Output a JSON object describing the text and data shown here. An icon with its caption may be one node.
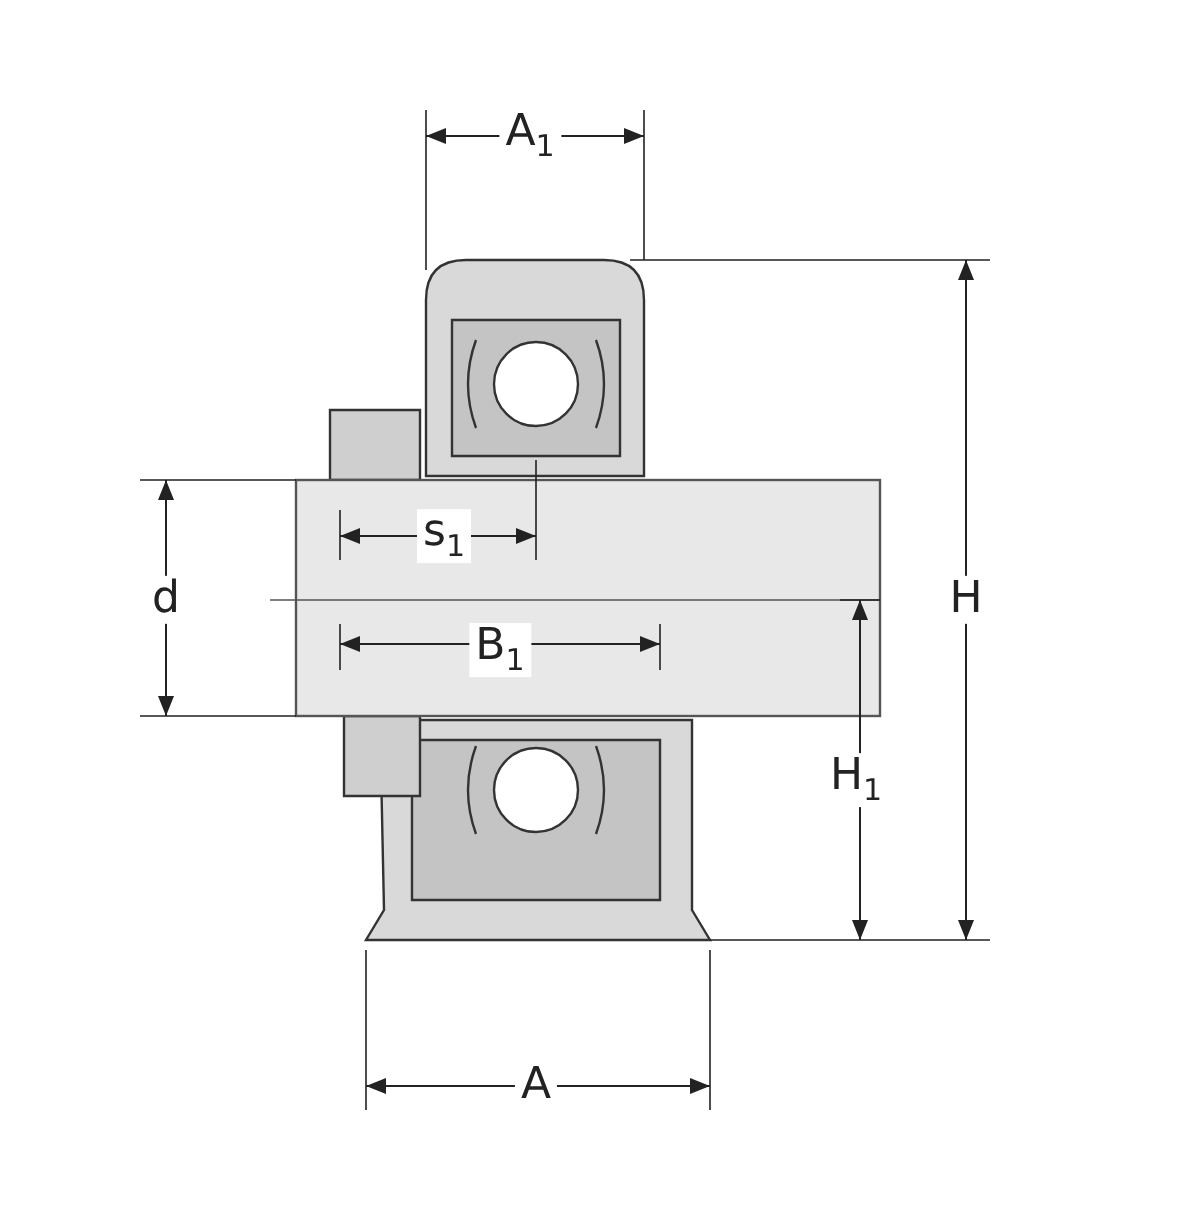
{
  "diagram": {
    "labels": [
      "A$_{1}$",
      "s$_{1}$",
      "d",
      "H",
      "B$_{1}$",
      "H$_{1}$",
      "A"
    ]
  }
}
